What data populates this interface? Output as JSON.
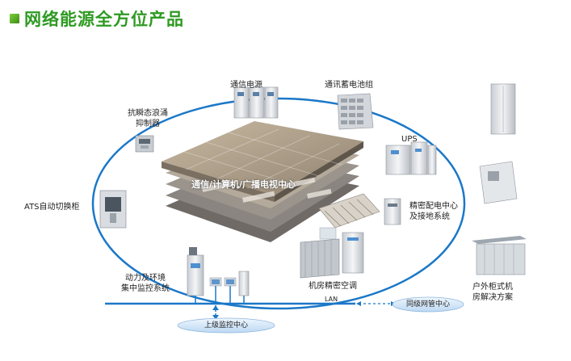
{
  "header": {
    "title": "网络能源全方位产品"
  },
  "center": {
    "label": "通信/计算机/广播电视中心"
  },
  "nodes": {
    "telecom_power": "通信电源",
    "telecom_battery": "通讯蓄电池组",
    "ups": "UPS",
    "precision_distribution": [
      "精密配电中心",
      "及接地系统"
    ],
    "precision_ac": "机房精密空调",
    "lan": "LAN",
    "peer_nms": "同级网管中心",
    "monitoring": [
      "动力及环境",
      "集中监控系统"
    ],
    "upper_monitoring": "上级监控中心",
    "ats": "ATS自动切换柜",
    "surge": [
      "抗瞬态浪涌",
      "抑制器"
    ],
    "outdoor": [
      "户外柜式机",
      "房解决方案"
    ]
  },
  "colors": {
    "title": "#2e9a22",
    "network": "#1b78c8",
    "bubble": "#cfe3f7"
  }
}
